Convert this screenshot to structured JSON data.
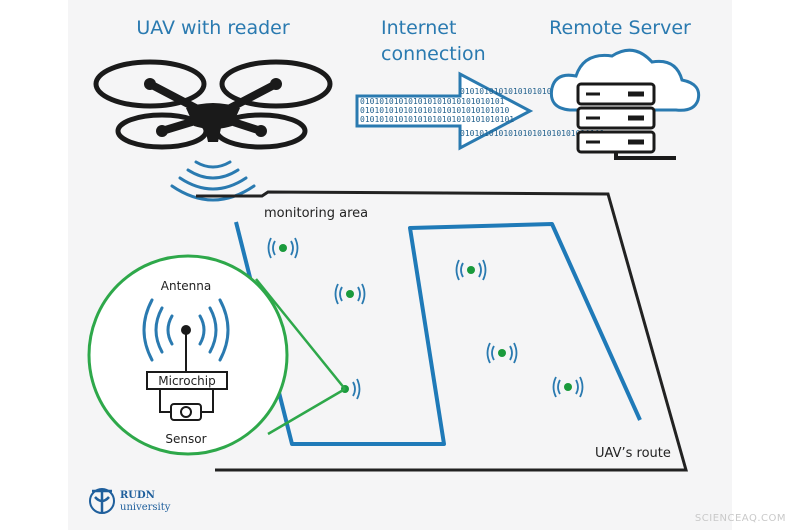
{
  "labels": {
    "uav": "UAV with reader",
    "internet_line1": "Internet",
    "internet_line2": "connection",
    "server": "Remote Server",
    "monitoring_area": "monitoring area",
    "route": "UAV’s route",
    "antenna": "Antenna",
    "microchip": "Microchip",
    "sensor": "Sensor"
  },
  "data_stream": {
    "row1": "010101010101010101010101010101",
    "row2": "0101010101010101010101010101010",
    "row3": "01010101010101010101010101010101",
    "row4": "0101010101010101010101010101010",
    "row5": "010101010101010101010101010101"
  },
  "logo": {
    "name": "RUDN",
    "subtitle": "university"
  },
  "watermark": "SCIENCEAQ.COM",
  "colors": {
    "accent_blue": "#2a7ab0",
    "route_blue": "#1f7ab8",
    "sensor_green": "#1a9a3c",
    "callout_green": "#2ea84a",
    "outline_dark": "#222222"
  },
  "icons": [
    "drone-icon",
    "signal-waves-icon",
    "server-rack-icon",
    "cloud-icon",
    "arrow-right-icon",
    "sensor-node-icon",
    "microchip-icon",
    "rudn-logo-icon"
  ]
}
